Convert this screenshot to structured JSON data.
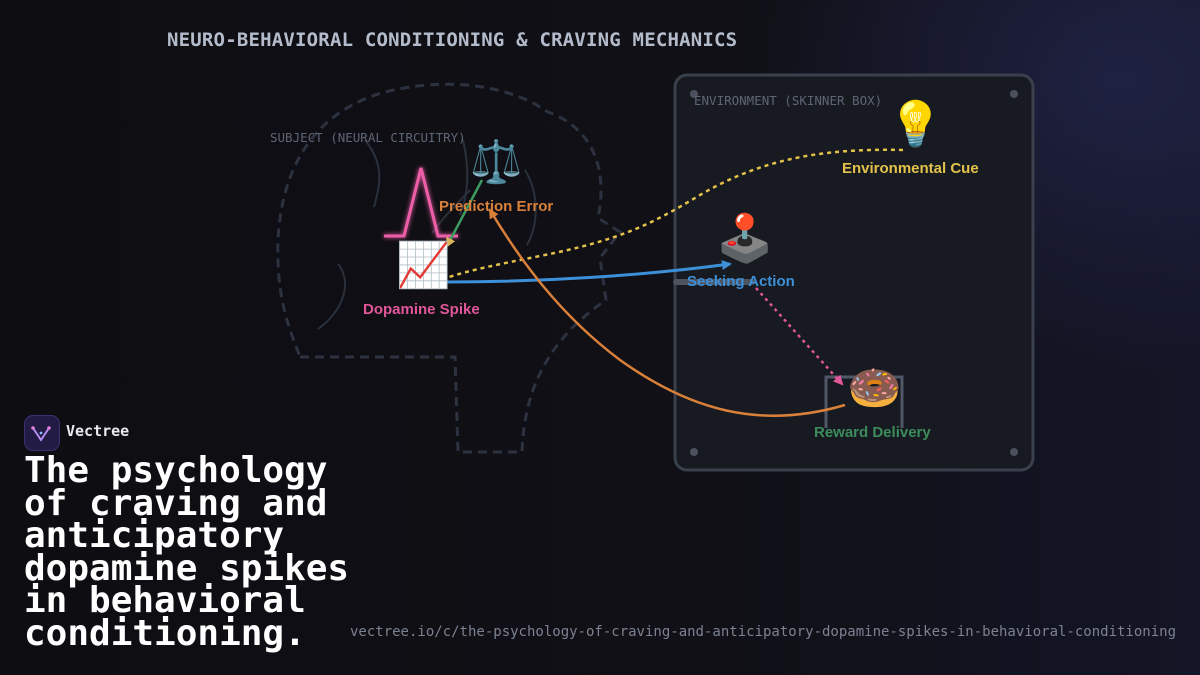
{
  "title": "NEURO-BEHAVIORAL CONDITIONING & CRAVING MECHANICS",
  "subject_label": "SUBJECT (NEURAL CIRCUITRY)",
  "environment_label": "ENVIRONMENT (SKINNER BOX)",
  "nodes": {
    "dopamine_spike": {
      "label": "Dopamine Spike",
      "icon": "📈",
      "color": "#e2569a"
    },
    "prediction_error": {
      "label": "Prediction Error",
      "icon": "⚖️",
      "color": "#d9803a"
    },
    "environmental_cue": {
      "label": "Environmental Cue",
      "icon": "💡",
      "color": "#e4c24a"
    },
    "seeking_action": {
      "label": "Seeking Action",
      "icon": "🕹️",
      "color": "#3d8fd8"
    },
    "reward_delivery": {
      "label": "Reward Delivery",
      "icon": "🍩",
      "color": "#3c8c5c"
    }
  },
  "brand": {
    "name": "Vectree"
  },
  "headline": "The psychology\nof craving and\nanticipatory\ndopamine spikes\nin behavioral\nconditioning.",
  "url": "vectree.io/c/the-psychology-of-craving-and-anticipatory-dopamine-spikes-in-behavioral-conditioning"
}
